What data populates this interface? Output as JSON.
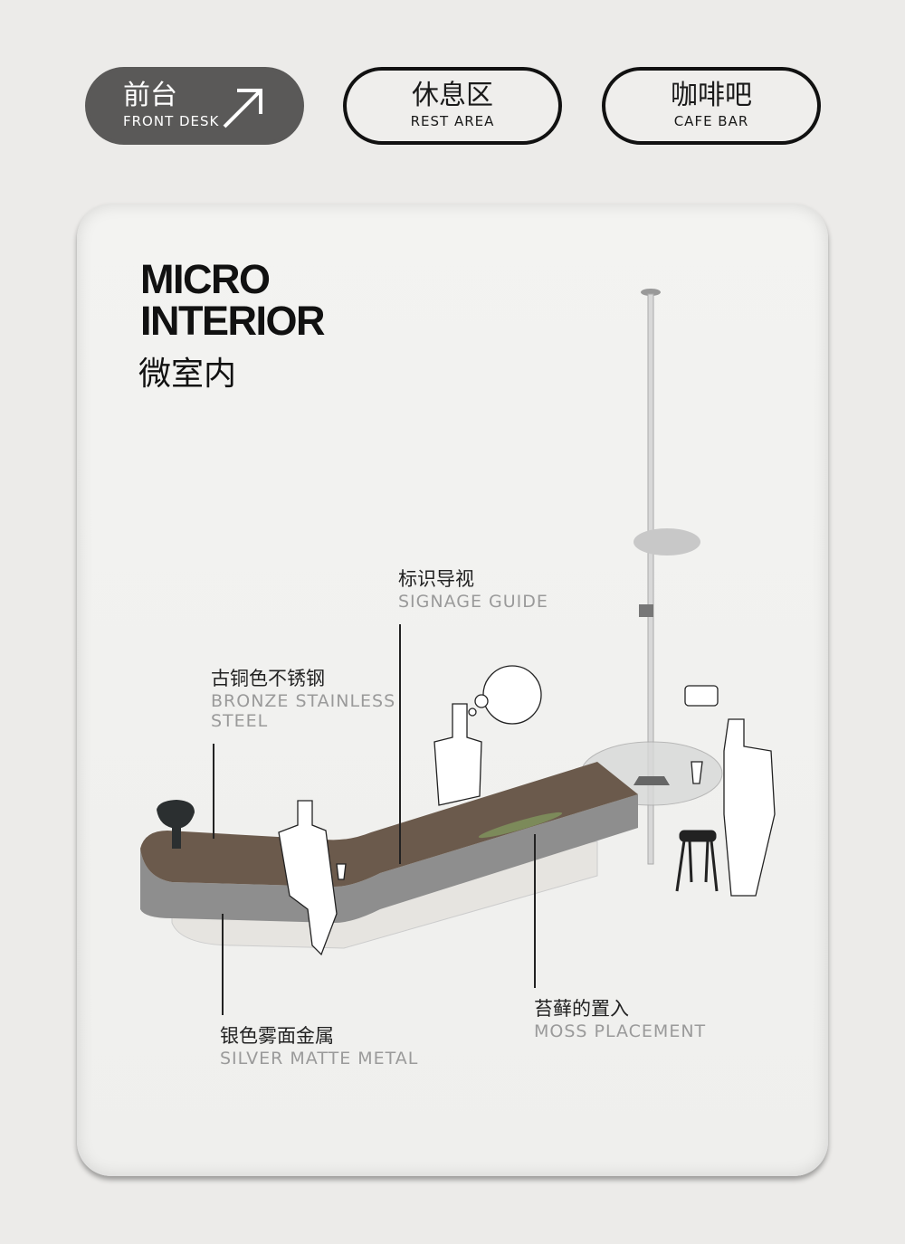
{
  "nav": [
    {
      "zh": "前台",
      "en": "FRONT DESK",
      "active": true
    },
    {
      "zh": "休息区",
      "en": "REST AREA"
    },
    {
      "zh": "咖啡吧",
      "en": "CAFE BAR"
    }
  ],
  "title": {
    "line1": "MICRO",
    "line2": "INTERIOR",
    "zh": "微室内"
  },
  "labels": {
    "signage": {
      "zh": "标识导视",
      "en": "SIGNAGE GUIDE"
    },
    "bronze": {
      "zh": "古铜色不锈钢",
      "en1": "BRONZE STAINLESS",
      "en2": "STEEL"
    },
    "silver": {
      "zh": "银色雾面金属",
      "en": "SILVER MATTE METAL"
    },
    "moss": {
      "zh": "苔藓的置入",
      "en": "MOSS PLACEMENT"
    }
  },
  "colors": {
    "background": "#ecebe9",
    "active_pill": "#5a5958",
    "counter_top": "#6b5a4c",
    "counter_side": "#8a8a8a"
  }
}
